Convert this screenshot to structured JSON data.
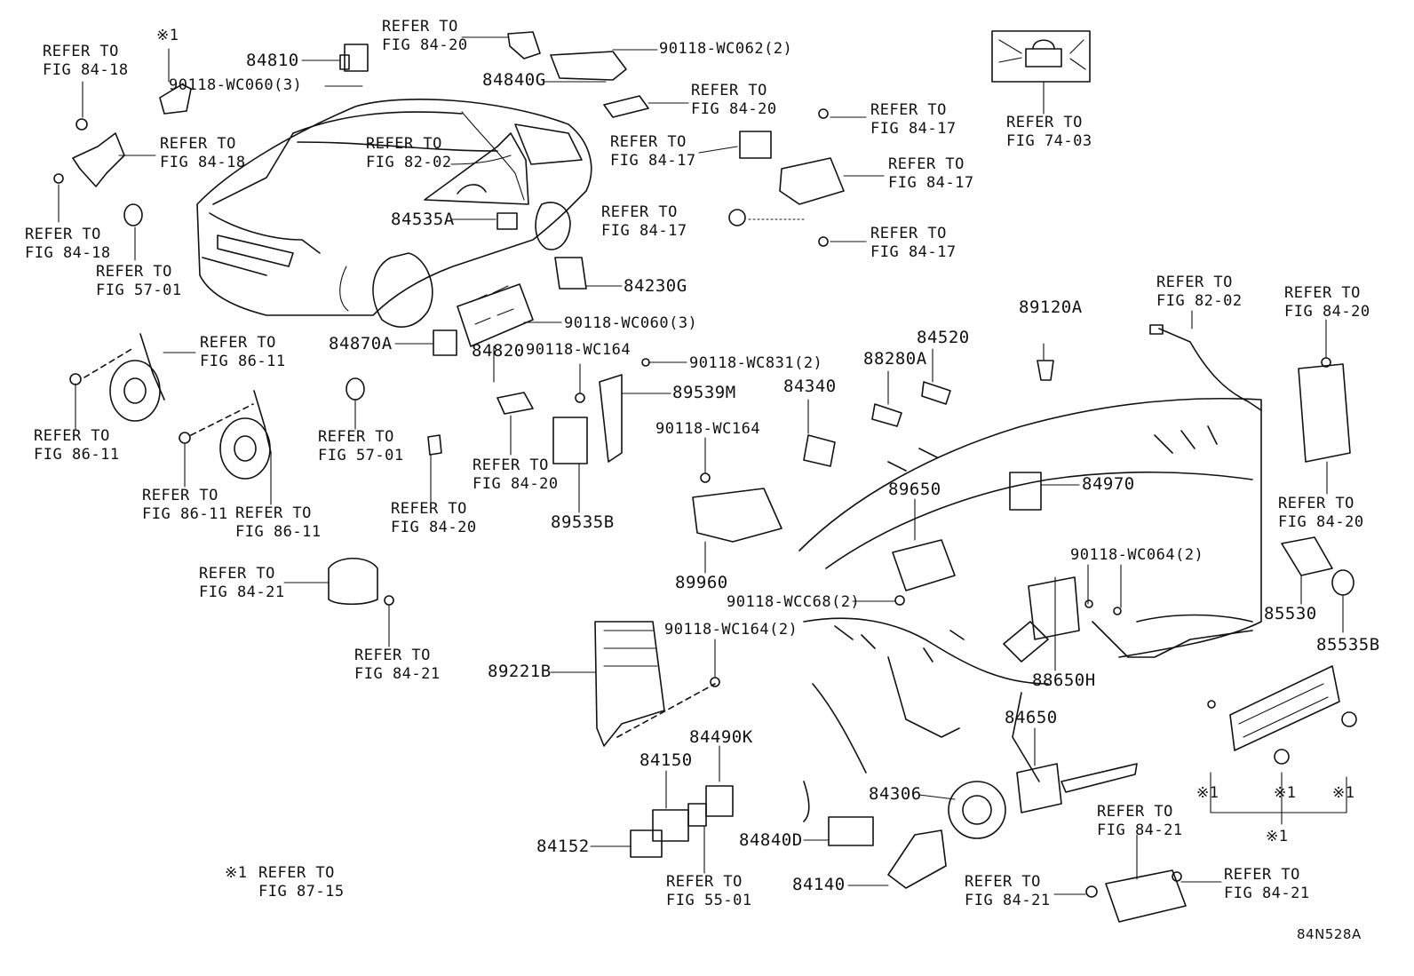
{
  "diagram_code": "84N528A",
  "footnote": {
    "mark": "※1",
    "text": "REFER TO\nFIG 87-15"
  },
  "refs": {
    "r8418a": "REFER TO\nFIG 84-18",
    "r8420a": "REFER TO\nFIG 84-20",
    "r8418b": "REFER TO\nFIG 84-18",
    "r8418c": "REFER TO\nFIG 84-18",
    "r5701a": "REFER TO\nFIG 57-01",
    "r8202a": "REFER TO\nFIG 82-02",
    "r8420b": "REFER TO\nFIG 84-20",
    "r8417a": "REFER TO\nFIG 84-17",
    "r8417b": "REFER TO\nFIG 84-17",
    "r8417c": "REFER TO\nFIG 84-17",
    "r8417d": "REFER TO\nFIG 84-17",
    "r8417e": "REFER TO\nFIG 84-17",
    "r7403": "REFER TO\nFIG 74-03",
    "r8611a": "REFER TO\nFIG 86-11",
    "r8611b": "REFER TO\nFIG 86-11",
    "r8611c": "REFER TO\nFIG 86-11",
    "r8611d": "REFER TO\nFIG 86-11",
    "r5701b": "REFER TO\nFIG 57-01",
    "r8420c": "REFER TO\nFIG 84-20",
    "r8420d": "REFER TO\nFIG 84-20",
    "r8421a": "REFER TO\nFIG 84-21",
    "r8421b": "REFER TO\nFIG 84-21",
    "r8202b": "REFER TO\nFIG 82-02",
    "r8420e": "REFER TO\nFIG 84-20",
    "r8420f": "REFER TO\nFIG 84-20",
    "r8421c": "REFER TO\nFIG 84-21",
    "r8421d": "REFER TO\nFIG 84-21",
    "r8421e": "REFER TO\nFIG 84-21",
    "r5501": "REFER TO\nFIG 55-01"
  },
  "parts": {
    "p84810": "84810",
    "pw060a": "90118-WC060(3)",
    "pw062": "90118-WC062(2)",
    "p84840G": "84840G",
    "p84535A": "84535A",
    "p84230G": "84230G",
    "pw060b": "90118-WC060(3)",
    "p84870A": "84870A",
    "p84820": "84820",
    "pw164a": "90118-WC164",
    "pw831": "90118-WC831(2)",
    "p89539M": "89539M",
    "pw164b": "90118-WC164",
    "p89535B": "89535B",
    "p89960": "89960",
    "p89120A": "89120A",
    "p84520": "84520",
    "p88280A": "88280A",
    "p84340": "84340",
    "p89650": "89650",
    "p84970": "84970",
    "pw064": "90118-WC064(2)",
    "pwcc68": "90118-WCC68(2)",
    "p85530": "85530",
    "p85535B": "85535B",
    "p88650H": "88650H",
    "pw164c": "90118-WC164(2)",
    "p89221B": "89221B",
    "p84650": "84650",
    "p84490K": "84490K",
    "p84150": "84150",
    "p84306": "84306",
    "p84152": "84152",
    "p84840D": "84840D",
    "p84140": "84140"
  },
  "marks": {
    "m_top": "※1",
    "m_a": "※1",
    "m_b": "※1",
    "m_c": "※1",
    "m_group": "※1"
  }
}
